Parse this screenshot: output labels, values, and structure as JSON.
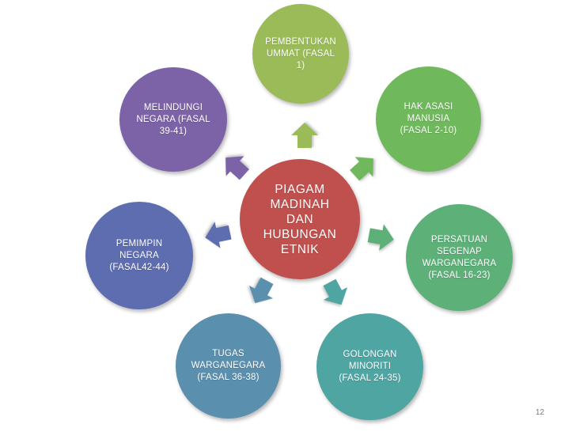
{
  "diagram": {
    "center": {
      "label": "PIAGAM\nMADINAH\nDAN\nHUBUNGAN\nETNIK",
      "color": "#c0504d"
    },
    "nodes": [
      {
        "id": "pembentukan-ummat",
        "label": "PEMBENTUKAN\nUMMAT (FASAL\n1)",
        "color": "#9bbb59"
      },
      {
        "id": "hak-asasi-manusia",
        "label": "HAK ASASI\nMANUSIA\n(FASAL 2-10)",
        "color": "#70b85c"
      },
      {
        "id": "persatuan-segenap-warganegara",
        "label": "PERSATUAN\nSEGENAP\nWARGANEGARA\n(FASAL 16-23)",
        "color": "#5cb078"
      },
      {
        "id": "golongan-minoriti",
        "label": "GOLONGAN\nMINORITI\n(FASAL 24-35)",
        "color": "#4fa5a2"
      },
      {
        "id": "tugas-warganegara",
        "label": "TUGAS\nWARGANEGARA\n(FASAL 36-38)",
        "color": "#5b8fae"
      },
      {
        "id": "pemimpin-negara",
        "label": "PEMIMPIN\nNEGARA\n(FASAL42-44)",
        "color": "#5d6db0"
      },
      {
        "id": "melindungi-negara",
        "label": "MELINDUNGI\nNEGARA (FASAL\n39-41)",
        "color": "#7c63a8"
      }
    ]
  },
  "footer": {
    "page_number": "12"
  }
}
